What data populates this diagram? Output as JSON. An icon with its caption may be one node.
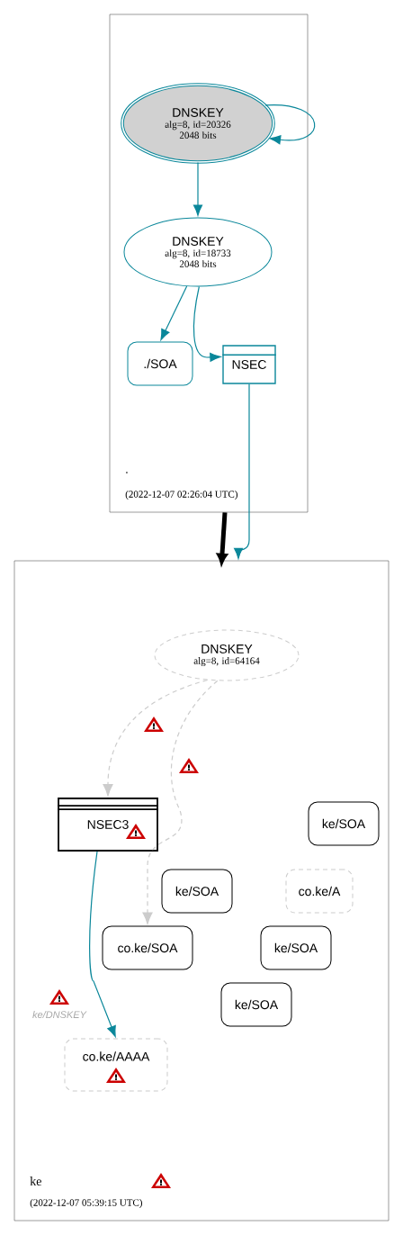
{
  "diagram": {
    "nodes": [
      {
        "text": [
          ".",
          "(2022-12-07 02:26:04 UTC)"
        ]
      },
      {
        "text": [
          "DNSKEY",
          "alg=8, id=20326 2048 bits"
        ],
        "in": 0
      },
      {
        "text": [
          "DNSKEY",
          "alg=8, id=18733 2048 bits"
        ],
        "in": 0
      },
      {
        "text": [
          "./SOA"
        ],
        "in": 0
      },
      {
        "text": [
          "NSEC"
        ],
        "in": 0
      },
      {
        "text": [
          "ke",
          "(2022-12-07 05:39:15 UTC)"
        ]
      },
      {
        "text": [
          "DNSKEY",
          "alg=8, id=64164"
        ],
        "in": 5
      },
      {
        "text": [
          "NSEC3"
        ],
        "in": 5
      },
      {
        "text": [
          "ke/SOA"
        ],
        "in": 5
      },
      {
        "text": [
          "ke/SOA"
        ],
        "in": 5
      },
      {
        "text": [
          "co.ke/A"
        ],
        "in": 5
      },
      {
        "text": [
          "co.ke/SOA"
        ],
        "in": 5
      },
      {
        "text": [
          "ke/SOA"
        ],
        "in": 5
      },
      {
        "text": [
          "ke/SOA"
        ],
        "in": 5
      },
      {
        "text": [
          "co.ke/AAAA"
        ],
        "in": 5
      }
    ],
    "edges": [
      {
        "from": 1,
        "to": 1,
        "arrow": "to"
      },
      {
        "from": 1,
        "to": 2,
        "arrow": "to"
      },
      {
        "from": 2,
        "to": 3,
        "arrow": "to"
      },
      {
        "from": 2,
        "to": 4,
        "arrow": "to"
      },
      {
        "from": 4,
        "to": 5,
        "arrow": "to"
      },
      {
        "from": 0,
        "to": 5,
        "arrow": "to",
        "style": "thick",
        "color": "#000000"
      },
      {
        "from": 6,
        "to": 7,
        "arrow": "to",
        "style": "dashed",
        "color": "#cccccc"
      },
      {
        "from": 6,
        "to": 11,
        "arrow": "to",
        "style": "dashed",
        "color": "#cccccc"
      },
      {
        "from": 7,
        "to": 14,
        "arrow": "to"
      }
    ],
    "labels": [
      "ke/DNSKEY"
    ]
  }
}
